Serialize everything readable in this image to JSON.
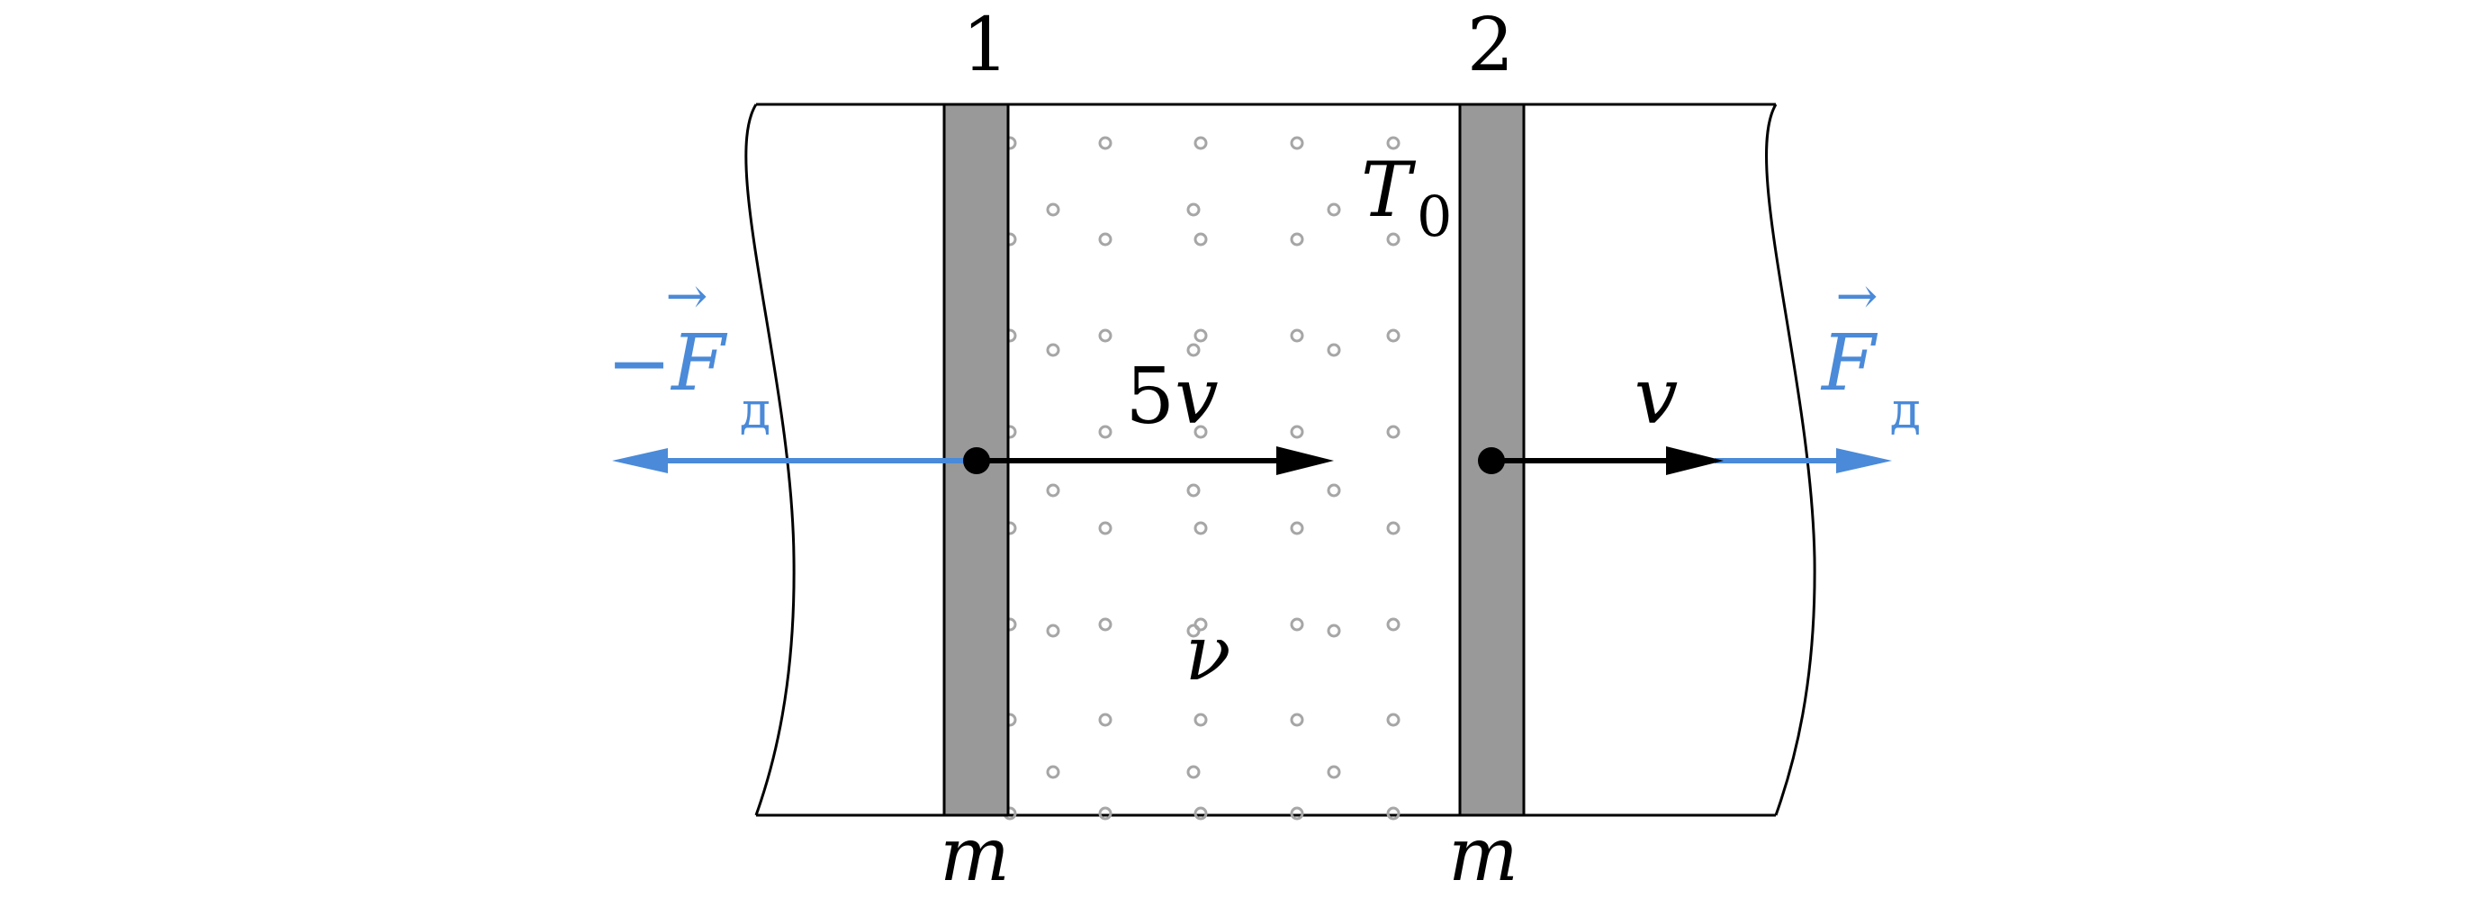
{
  "piston_labels": {
    "piston_1": "1",
    "piston_2": "2"
  },
  "mass_labels": {
    "piston_1": "m",
    "piston_2": "m"
  },
  "gas": {
    "temperature_symbol": "T",
    "temperature_subscript": "0",
    "amount_symbol": "ν"
  },
  "velocities": {
    "piston_1": {
      "coefficient": "5",
      "symbol": "v"
    },
    "piston_2": {
      "symbol": "v"
    }
  },
  "forces": {
    "left": {
      "sign": "−",
      "symbol": "F",
      "arrow": "→",
      "subscript": "д"
    },
    "right": {
      "symbol": "F",
      "arrow": "→",
      "subscript": "д"
    }
  },
  "colors": {
    "force": "#4a8ad8",
    "piston_fill": "#999999",
    "molecule": "#a6a6a6",
    "outline": "#000000"
  }
}
